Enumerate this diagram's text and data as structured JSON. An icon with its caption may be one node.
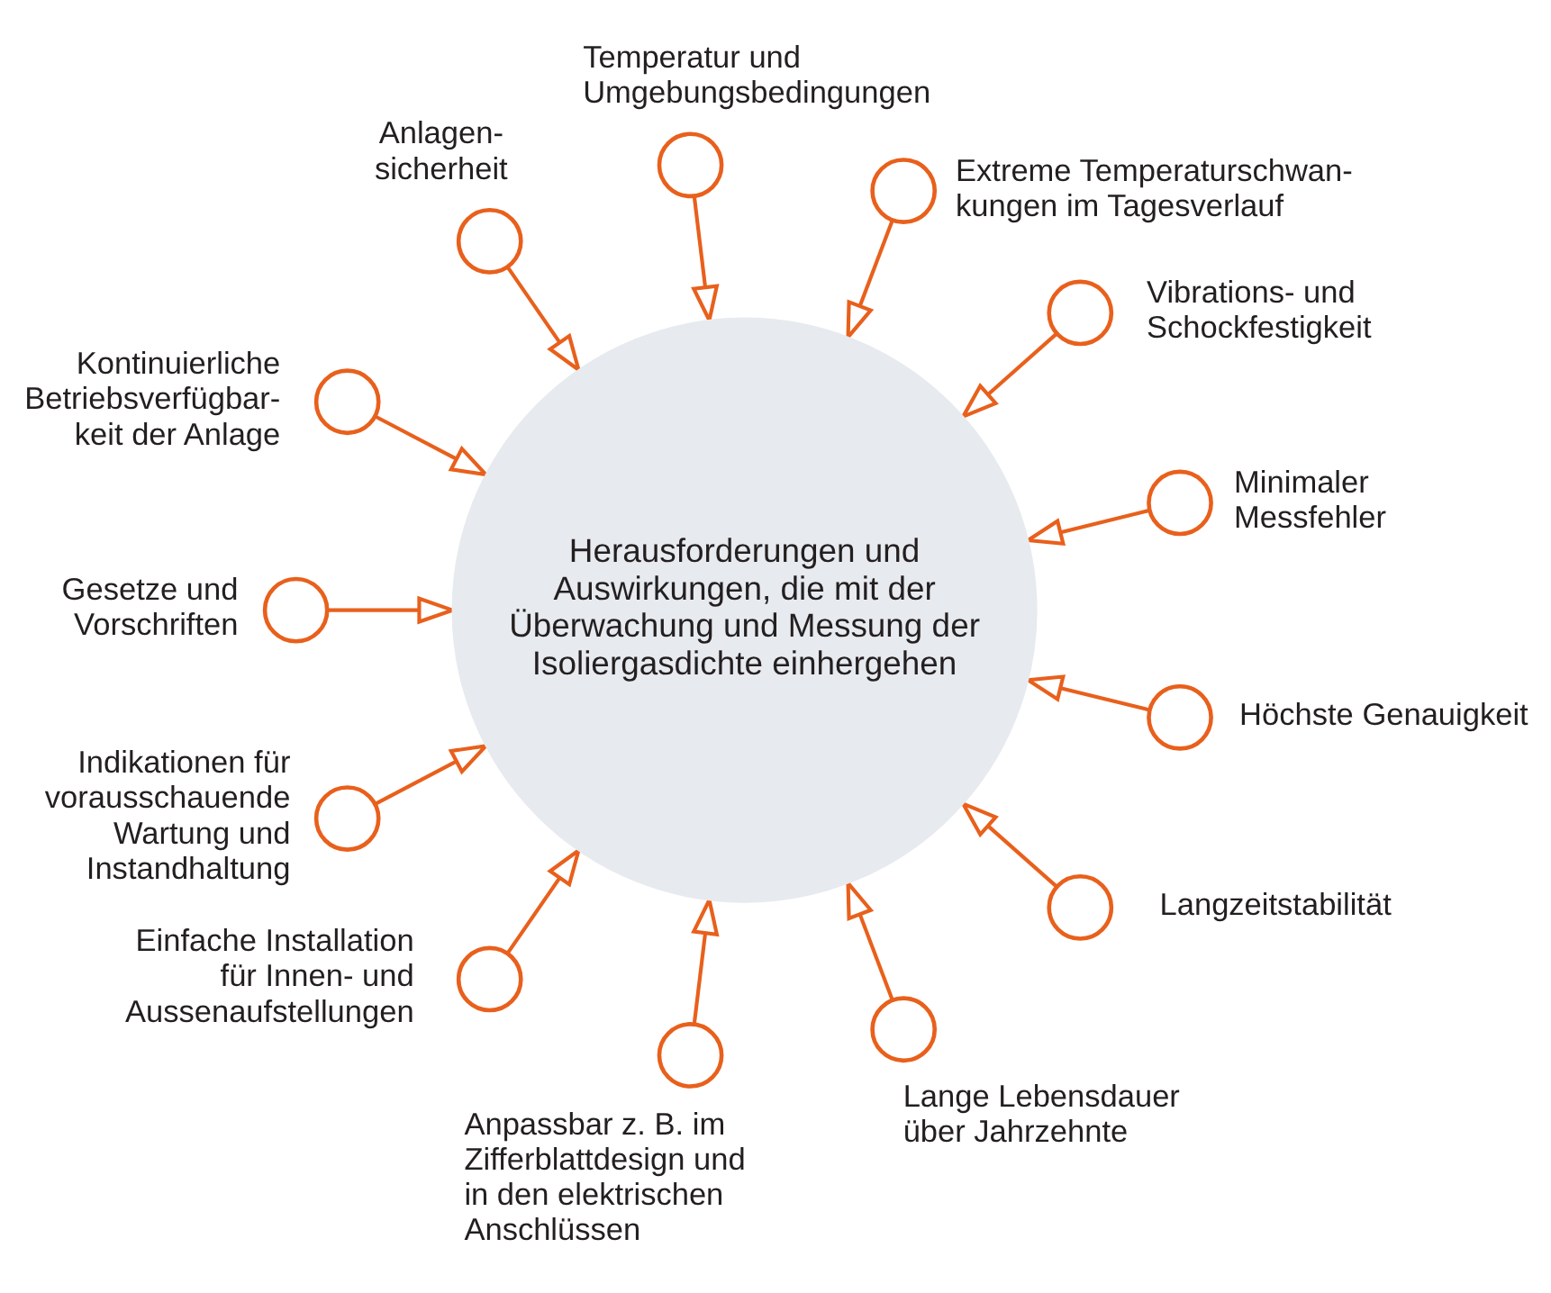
{
  "diagram": {
    "nodes": [
      {
        "text": [
          "Herausforderungen und Auswirkungen, die mit der Überwachung und Messung der Isoliergasdichte einhergehen"
        ]
      },
      {
        "text": [],
        "shape": "circle",
        "beside": [
          "Anlagen- sicherheit"
        ]
      },
      {
        "text": [],
        "shape": "circle",
        "beside": [
          "Temperatur und Umgebungsbedingungen"
        ]
      },
      {
        "text": [],
        "shape": "circle",
        "beside": [
          "Extreme Temperaturschwan- kungen im Tagesverlauf"
        ]
      },
      {
        "text": [],
        "shape": "circle",
        "beside": [
          "Vibrations- und Schockfestigkeit"
        ]
      },
      {
        "text": [],
        "shape": "circle",
        "beside": [
          "Minimaler Messfehler"
        ]
      },
      {
        "text": [],
        "shape": "circle",
        "beside": [
          "Höchste Genauigkeit"
        ]
      },
      {
        "text": [],
        "shape": "circle",
        "beside": [
          "Langzeitstabilität"
        ]
      },
      {
        "text": [],
        "shape": "circle",
        "beside": [
          "Lange Lebensdauer über Jahrzehnte"
        ]
      },
      {
        "text": [],
        "shape": "circle",
        "beside": [
          "Anpassbar z. B. im Zifferblattdesign und in den elektrischen Anschlüssen"
        ]
      },
      {
        "text": [],
        "shape": "circle",
        "beside": [
          "Einfache Installation für Innen- und Aussenaufstellungen"
        ]
      },
      {
        "text": [],
        "shape": "circle",
        "beside": [
          "Indikationen für vorausschauende Wartung und Instandhaltung"
        ]
      },
      {
        "text": [],
        "shape": "circle",
        "beside": [
          "Gesetze und Vorschriften"
        ]
      },
      {
        "text": [],
        "shape": "circle",
        "beside": [
          "Kontinuierliche Betriebsverfügbar- keit der Anlage"
        ]
      }
    ],
    "edges": [
      {
        "from": 1,
        "to": 0,
        "arrow": "to"
      },
      {
        "from": 2,
        "to": 0,
        "arrow": "to"
      },
      {
        "from": 3,
        "to": 0,
        "arrow": "to"
      },
      {
        "from": 4,
        "to": 0,
        "arrow": "to"
      },
      {
        "from": 5,
        "to": 0,
        "arrow": "to"
      },
      {
        "from": 6,
        "to": 0,
        "arrow": "to"
      },
      {
        "from": 7,
        "to": 0,
        "arrow": "to"
      },
      {
        "from": 8,
        "to": 0,
        "arrow": "to"
      },
      {
        "from": 9,
        "to": 0,
        "arrow": "to"
      },
      {
        "from": 10,
        "to": 0,
        "arrow": "to"
      },
      {
        "from": 11,
        "to": 0,
        "arrow": "to"
      },
      {
        "from": 12,
        "to": 0,
        "arrow": "to"
      },
      {
        "from": 13,
        "to": 0,
        "arrow": "to"
      }
    ]
  }
}
